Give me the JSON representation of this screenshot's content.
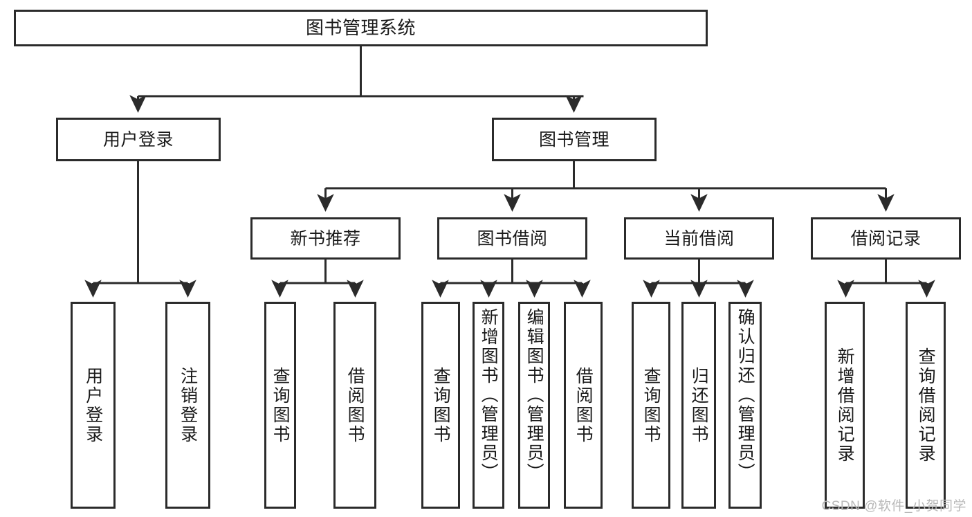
{
  "diagram": {
    "title": "图书管理系统",
    "type": "tree-hierarchy",
    "accent_color": "#2b2b2b",
    "background_color": "#ffffff",
    "root": {
      "id": "root",
      "label": "图书管理系统"
    },
    "level2": [
      {
        "id": "user-login",
        "label": "用户登录"
      },
      {
        "id": "book-management",
        "label": "图书管理"
      }
    ],
    "level3": [
      {
        "id": "new-book-recommend",
        "label": "新书推荐"
      },
      {
        "id": "book-borrow",
        "label": "图书借阅"
      },
      {
        "id": "current-borrow",
        "label": "当前借阅"
      },
      {
        "id": "borrow-record",
        "label": "借阅记录"
      }
    ],
    "leaves": [
      {
        "id": "leaf-user-login",
        "label": "用户登录",
        "parent": "user-login"
      },
      {
        "id": "leaf-user-logout",
        "label": "注销登录",
        "parent": "user-login"
      },
      {
        "id": "leaf-query-book-1",
        "label": "查询图书",
        "parent": "new-book-recommend"
      },
      {
        "id": "leaf-borrow-book-1",
        "label": "借阅图书",
        "parent": "new-book-recommend"
      },
      {
        "id": "leaf-query-book-2",
        "label": "查询图书",
        "parent": "book-borrow"
      },
      {
        "id": "leaf-add-book",
        "label": "新增图书（管理员）",
        "parent": "book-borrow"
      },
      {
        "id": "leaf-edit-book",
        "label": "编辑图书（管理员）",
        "parent": "book-borrow"
      },
      {
        "id": "leaf-borrow-book-2",
        "label": "借阅图书",
        "parent": "book-borrow"
      },
      {
        "id": "leaf-query-book-3",
        "label": "查询图书",
        "parent": "current-borrow"
      },
      {
        "id": "leaf-return-book",
        "label": "归还图书",
        "parent": "current-borrow"
      },
      {
        "id": "leaf-confirm-return",
        "label": "确认归还（管理员）",
        "parent": "current-borrow"
      },
      {
        "id": "leaf-add-record",
        "label": "新增借阅记录",
        "parent": "borrow-record"
      },
      {
        "id": "leaf-query-record",
        "label": "查询借阅记录",
        "parent": "borrow-record"
      }
    ],
    "watermark": "CSDN @软件_小贺同学"
  }
}
